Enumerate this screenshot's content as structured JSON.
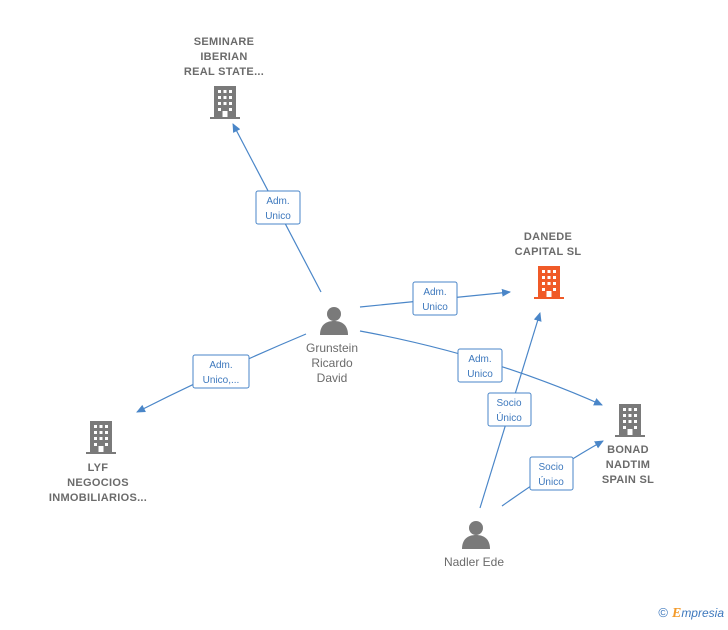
{
  "colors": {
    "edge": "#4a86c8",
    "company": "#7a7a7a",
    "company_highlight": "#f05a28",
    "person": "#7a7a7a"
  },
  "nodes": {
    "seminare": {
      "lines": [
        "SEMINARE",
        "IBERIAN",
        "REAL STATE..."
      ],
      "icon": "building-icon"
    },
    "danede": {
      "lines": [
        "DANEDE",
        "CAPITAL  SL"
      ],
      "icon": "building-icon",
      "highlight": true
    },
    "lyf": {
      "lines": [
        "LYF",
        "NEGOCIOS",
        "INMOBILIARIOS..."
      ],
      "icon": "building-icon"
    },
    "bonad": {
      "lines": [
        "BONAD",
        "NADTIM",
        "SPAIN  SL"
      ],
      "icon": "building-icon"
    },
    "grunstein": {
      "lines": [
        "Grunstein",
        "Ricardo",
        "David"
      ],
      "icon": "person-icon"
    },
    "nadler": {
      "lines": [
        "Nadler Ede"
      ],
      "icon": "person-icon"
    }
  },
  "edges": {
    "grunstein_seminare": [
      "Adm.",
      "Unico"
    ],
    "grunstein_danede": [
      "Adm.",
      "Unico"
    ],
    "grunstein_lyf": [
      "Adm.",
      "Unico,..."
    ],
    "grunstein_bonad": [
      "Adm.",
      "Unico"
    ],
    "nadler_danede": [
      "Socio",
      "Único"
    ],
    "nadler_bonad": [
      "Socio",
      "Único"
    ]
  },
  "footer": {
    "copyright_symbol": "©",
    "brand_initial": "E",
    "brand_rest": "mpresia"
  }
}
